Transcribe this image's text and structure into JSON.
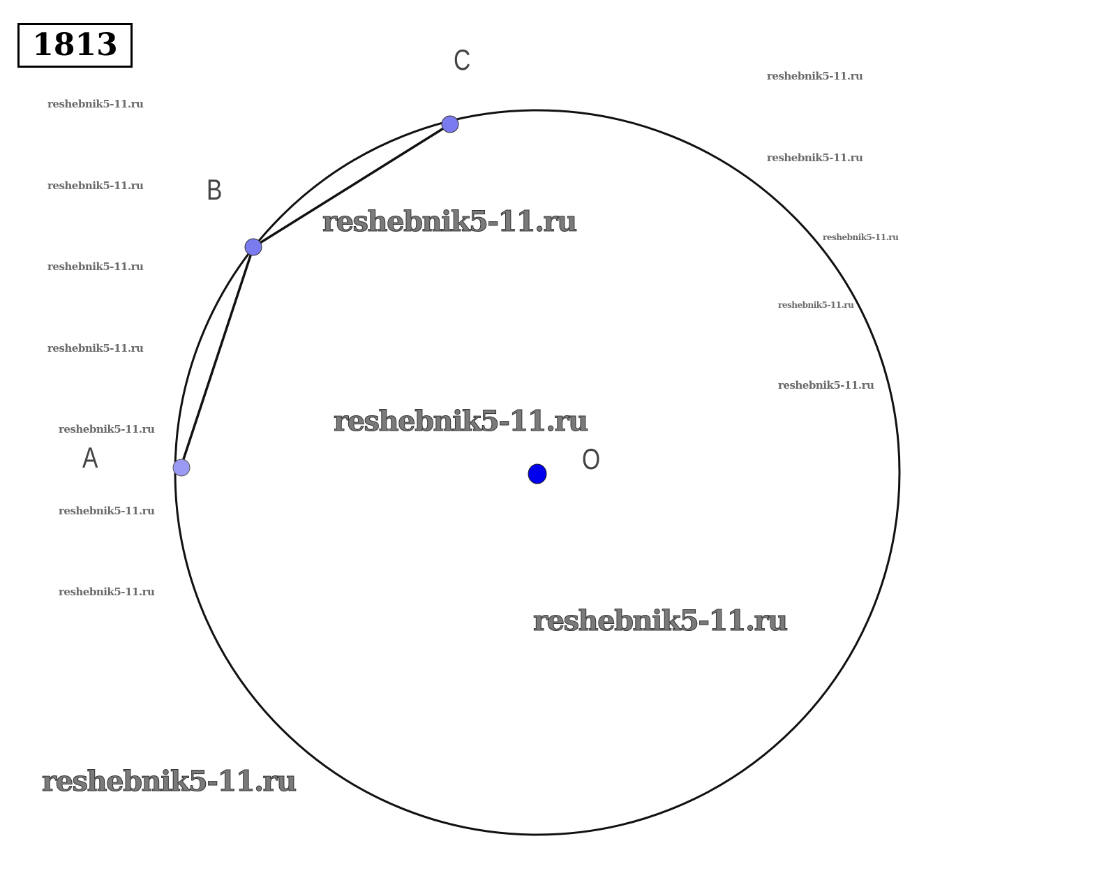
{
  "problem_number": "1813",
  "points": {
    "A": "A",
    "B": "B",
    "C": "C",
    "O": "O"
  },
  "colors": {
    "circle": "#111111",
    "point_fill": "#7b7bf0",
    "point_A_fill": "#9a9af5",
    "center_fill": "#0000ee"
  },
  "watermarks": [
    "reshebnik5-11.ru",
    "reshebnik5-11.ru",
    "reshebnik5-11.ru",
    "reshebnik5-11.ru",
    "reshebnik5-11.ru",
    "reshebnik5-11.ru",
    "reshebnik5-11.ru",
    "reshebnik5-11.ru",
    "reshebnik5-11.ru",
    "reshebnik5-11.ru",
    "reshebnik5-11.ru",
    "reshebnik5-11.ru",
    "reshebnik5-11.ru",
    "reshebnik5-11.ru",
    "reshebnik5-11.ru",
    "reshebnik5-11.ru"
  ]
}
